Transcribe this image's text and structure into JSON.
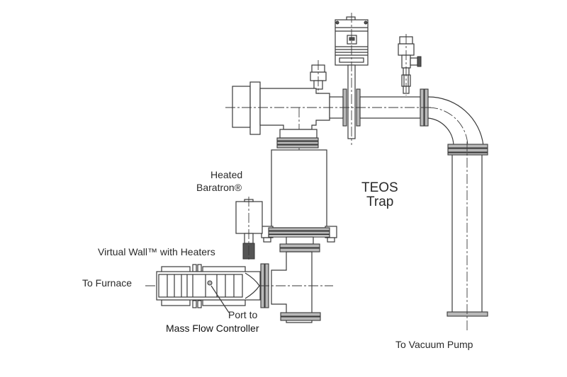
{
  "diagram": {
    "title": "TEOS Trap vacuum line schematic",
    "labels": {
      "heated_baratron_line1": "Heated",
      "heated_baratron_line2": "Baratron®",
      "teos_line1": "TEOS",
      "teos_line2": "Trap",
      "virtual_wall": "Virtual Wall™ with Heaters",
      "to_furnace": "To Furnace",
      "port_to": "Port to",
      "mass_flow_controller": "Mass Flow Controller",
      "to_vacuum_pump": "To Vacuum Pump"
    },
    "components": [
      "valve-actuator",
      "pressure-gauge-valve",
      "tee-housing",
      "teos-trap-canister",
      "heated-baratron",
      "virtual-wall-heater",
      "lower-tee",
      "elbow-pipe",
      "vacuum-pump-line"
    ],
    "colors": {
      "line": "#3a3a3a",
      "flange_fill": "#b9b9b9",
      "background": "#ffffff"
    }
  }
}
